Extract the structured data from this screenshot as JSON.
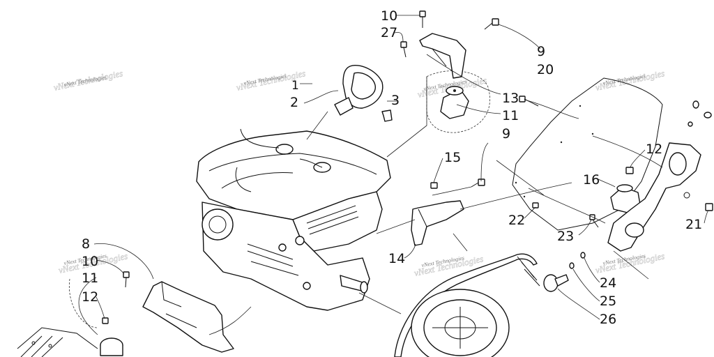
{
  "diagram": {
    "callouts": [
      {
        "id": "c10a",
        "label": "10"
      },
      {
        "id": "c27",
        "label": "27"
      },
      {
        "id": "c9a",
        "label": "9"
      },
      {
        "id": "c20",
        "label": "20"
      },
      {
        "id": "c1",
        "label": "1"
      },
      {
        "id": "c2",
        "label": "2"
      },
      {
        "id": "c3",
        "label": "3"
      },
      {
        "id": "c13",
        "label": "13"
      },
      {
        "id": "c11a",
        "label": "11"
      },
      {
        "id": "c9b",
        "label": "9"
      },
      {
        "id": "c15",
        "label": "15"
      },
      {
        "id": "c12a",
        "label": "12"
      },
      {
        "id": "c16",
        "label": "16"
      },
      {
        "id": "c22",
        "label": "22"
      },
      {
        "id": "c23",
        "label": "23"
      },
      {
        "id": "c21",
        "label": "21"
      },
      {
        "id": "c14",
        "label": "14"
      },
      {
        "id": "c8",
        "label": "8"
      },
      {
        "id": "c10b",
        "label": "10"
      },
      {
        "id": "c11b",
        "label": "11"
      },
      {
        "id": "c12b",
        "label": "12"
      },
      {
        "id": "c24",
        "label": "24"
      },
      {
        "id": "c25",
        "label": "25"
      },
      {
        "id": "c26",
        "label": "26"
      }
    ],
    "watermark": "vNext Technologies"
  }
}
